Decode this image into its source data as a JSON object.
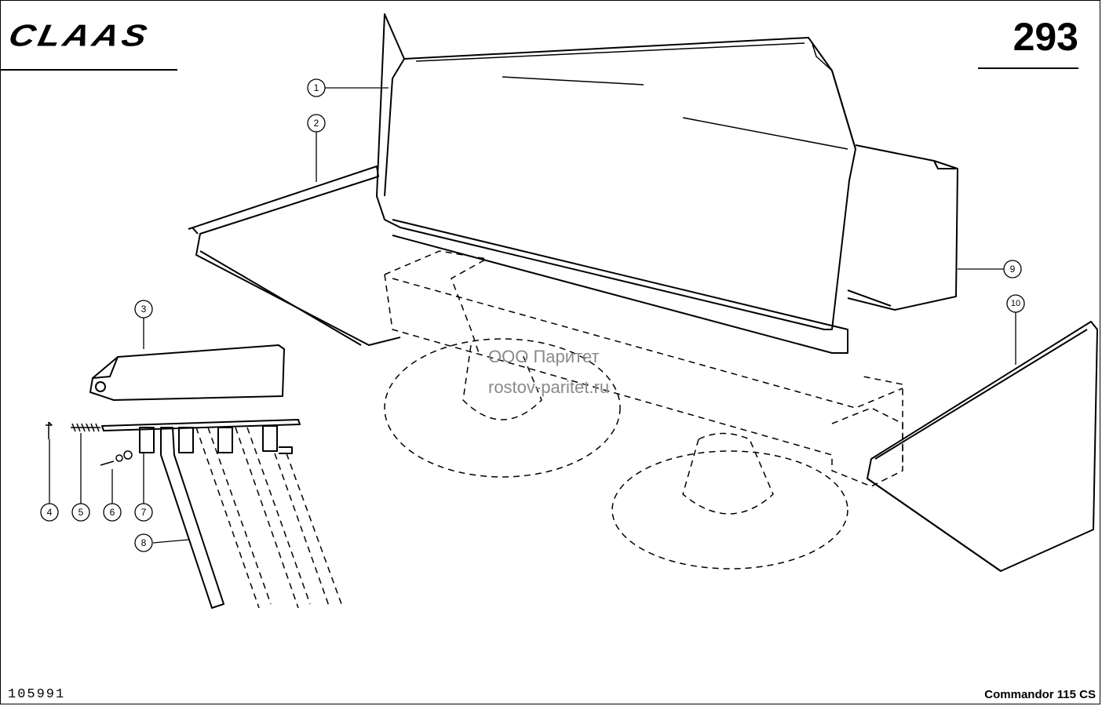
{
  "header": {
    "brand": "CLAAS",
    "page_number": "293"
  },
  "footer": {
    "drawing_number": "105991",
    "model": "Commandor 115 CS"
  },
  "watermark": {
    "line1": "ООО Паритет",
    "line2": "rostov-paritet.ru"
  },
  "callouts": [
    {
      "id": "1",
      "label": "1"
    },
    {
      "id": "2",
      "label": "2"
    },
    {
      "id": "3",
      "label": "3"
    },
    {
      "id": "4",
      "label": "4"
    },
    {
      "id": "5",
      "label": "5"
    },
    {
      "id": "6",
      "label": "6"
    },
    {
      "id": "7",
      "label": "7"
    },
    {
      "id": "8",
      "label": "8"
    },
    {
      "id": "9",
      "label": "9"
    },
    {
      "id": "10",
      "label": "10"
    }
  ]
}
